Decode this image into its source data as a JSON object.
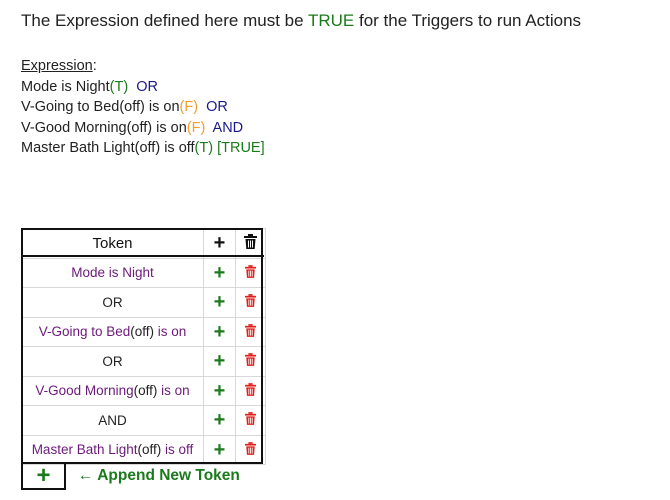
{
  "headline": {
    "pre": "The Expression defined here must be ",
    "highlight": "TRUE",
    "post": " for the Triggers to run Actions"
  },
  "expression": {
    "title": "Expression",
    "title_suffix": ":",
    "lines": [
      [
        {
          "text": "Mode is Night",
          "color": "dark"
        },
        {
          "text": "(T)",
          "color": "green"
        },
        {
          "text": "  OR",
          "color": "navy"
        }
      ],
      [
        {
          "text": "V-Going to Bed(off) is on",
          "color": "dark"
        },
        {
          "text": "(F)",
          "color": "orange"
        },
        {
          "text": "  OR",
          "color": "navy"
        }
      ],
      [
        {
          "text": "V-Good Morning(off) is on",
          "color": "dark"
        },
        {
          "text": "(F)",
          "color": "orange"
        },
        {
          "text": "  AND",
          "color": "navy"
        }
      ],
      [
        {
          "text": "Master Bath Light(off) is off",
          "color": "dark"
        },
        {
          "text": "(T)",
          "color": "green"
        },
        {
          "text": " [TRUE]",
          "color": "green"
        }
      ]
    ]
  },
  "table": {
    "header_label": "Token",
    "header_add": "+",
    "rows": [
      {
        "pre": "Mode is Night",
        "off": "",
        "post": "",
        "style": "device"
      },
      {
        "pre": "OR",
        "off": "",
        "post": "",
        "style": "operator"
      },
      {
        "pre": "V-Going to Bed",
        "off": "(off)",
        "post": " is on",
        "style": "device"
      },
      {
        "pre": "OR",
        "off": "",
        "post": "",
        "style": "operator"
      },
      {
        "pre": "V-Good Morning",
        "off": "(off)",
        "post": " is on",
        "style": "device"
      },
      {
        "pre": "AND",
        "off": "",
        "post": "",
        "style": "operator"
      },
      {
        "pre": "Master Bath Light",
        "off": "(off)",
        "post": " is off",
        "style": "device"
      }
    ],
    "add_symbol": "+"
  },
  "append": {
    "button_symbol": "+",
    "label": "← Append New Token"
  },
  "colors": {
    "green": "#1b7a1b",
    "orange": "#f0a030",
    "navy": "#1a1a8c",
    "purple": "#6b1a7a",
    "trash_red": "#e0201a"
  }
}
